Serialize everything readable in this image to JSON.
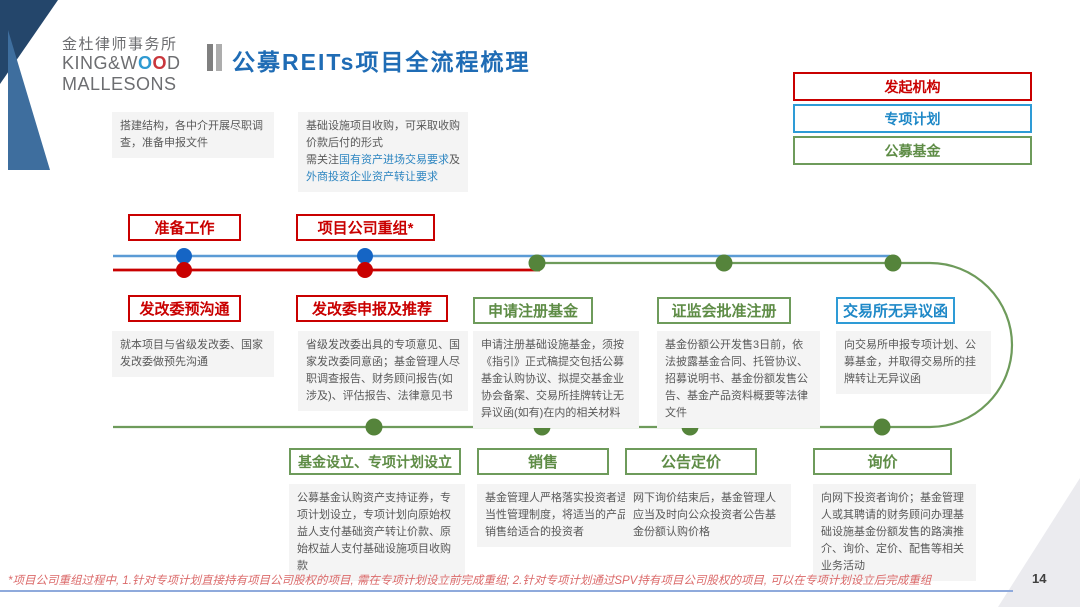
{
  "slide": {
    "logo": {
      "cn": "金杜律师事务所",
      "en1_pre": "KING&W",
      "en1_o1": "O",
      "en1_o2": "O",
      "en1_post": "D",
      "en2": "MALLESONS"
    },
    "title": "公募REITs项目全流程梳理",
    "page_number": "14",
    "footnote": "*项目公司重组过程中, 1.针对专项计划直接持有项目公司股权的项目, 需在专项计划设立前完成重组; 2.针对专项计划通过SPV持有项目公司股权的项目, 可以在专项计划设立后完成重组"
  },
  "legend": {
    "items": [
      {
        "label": "发起机构",
        "color": "#C90000"
      },
      {
        "label": "专项计划",
        "color": "#2E9BD6"
      },
      {
        "label": "公募基金",
        "color": "#6E9B5B"
      }
    ]
  },
  "notes": {
    "prep": "搭建结构，各中介开展尽职调查，准备申报文件",
    "acq_line1": "基础设施项目收购，可采取收购价款后付的形式",
    "acq_prefix": "需关注",
    "acq_link1": "国有资产进场交易要求",
    "acq_mid": "及",
    "acq_link2": "外商投资企业资产转让要求"
  },
  "stages": {
    "top": [
      {
        "label": "准备工作"
      },
      {
        "label": "项目公司重组*"
      }
    ],
    "mid": [
      {
        "label": "发改委预沟通",
        "desc": "就本项目与省级发改委、国家发改委做预先沟通"
      },
      {
        "label": "发改委申报及推荐",
        "desc": "省级发改委出具的专项意见、国家发改委同意函；基金管理人尽职调查报告、财务顾问报告(如涉及)、评估报告、法律意见书"
      },
      {
        "label": "申请注册基金",
        "desc": "申请注册基础设施基金，须按《指引》正式稿提交包括公募基金认购协议、拟提交基金业协会备案、交易所挂牌转让无异议函(如有)在内的相关材料"
      },
      {
        "label": "证监会批准注册",
        "desc": "基金份额公开发售3日前，依法披露基金合同、托管协议、招募说明书、基金份额发售公告、基金产品资料概要等法律文件"
      },
      {
        "label": "交易所无异议函",
        "desc": "向交易所申报专项计划、公募基金，并取得交易所的挂牌转让无异议函"
      }
    ],
    "bottom": [
      {
        "label": "基金设立、专项计划设立",
        "desc": "公募基金认购资产支持证券，专项计划设立，专项计划向原始权益人支付基础资产转让价款、原始权益人支付基础设施项目收购款"
      },
      {
        "label": "销售",
        "desc": "基金管理人严格落实投资者适当性管理制度，将适当的产品销售给适合的投资者"
      },
      {
        "label": "公告定价",
        "desc": "网下询价结束后，基金管理人应当及时向公众投资者公告基金份额认购价格"
      },
      {
        "label": "询价",
        "desc": "向网下投资者询价；基金管理人或其聘请的财务顾问办理基础设施基金份额发售的路演推介、询价、定价、配售等相关业务活动"
      }
    ]
  },
  "colors": {
    "sponsor_red": "#C90000",
    "plan_blue": "#2E9BD6",
    "fund_green": "#6E9B5B",
    "title_blue": "#1F6CB5",
    "link_blue": "#2E86C1",
    "timeline_blue": "#5B9BD5",
    "dot_blue": "#1565C5",
    "dot_green": "#55843B",
    "note_bg": "#F4F4F4",
    "footnote_red": "#DB6A6A"
  }
}
